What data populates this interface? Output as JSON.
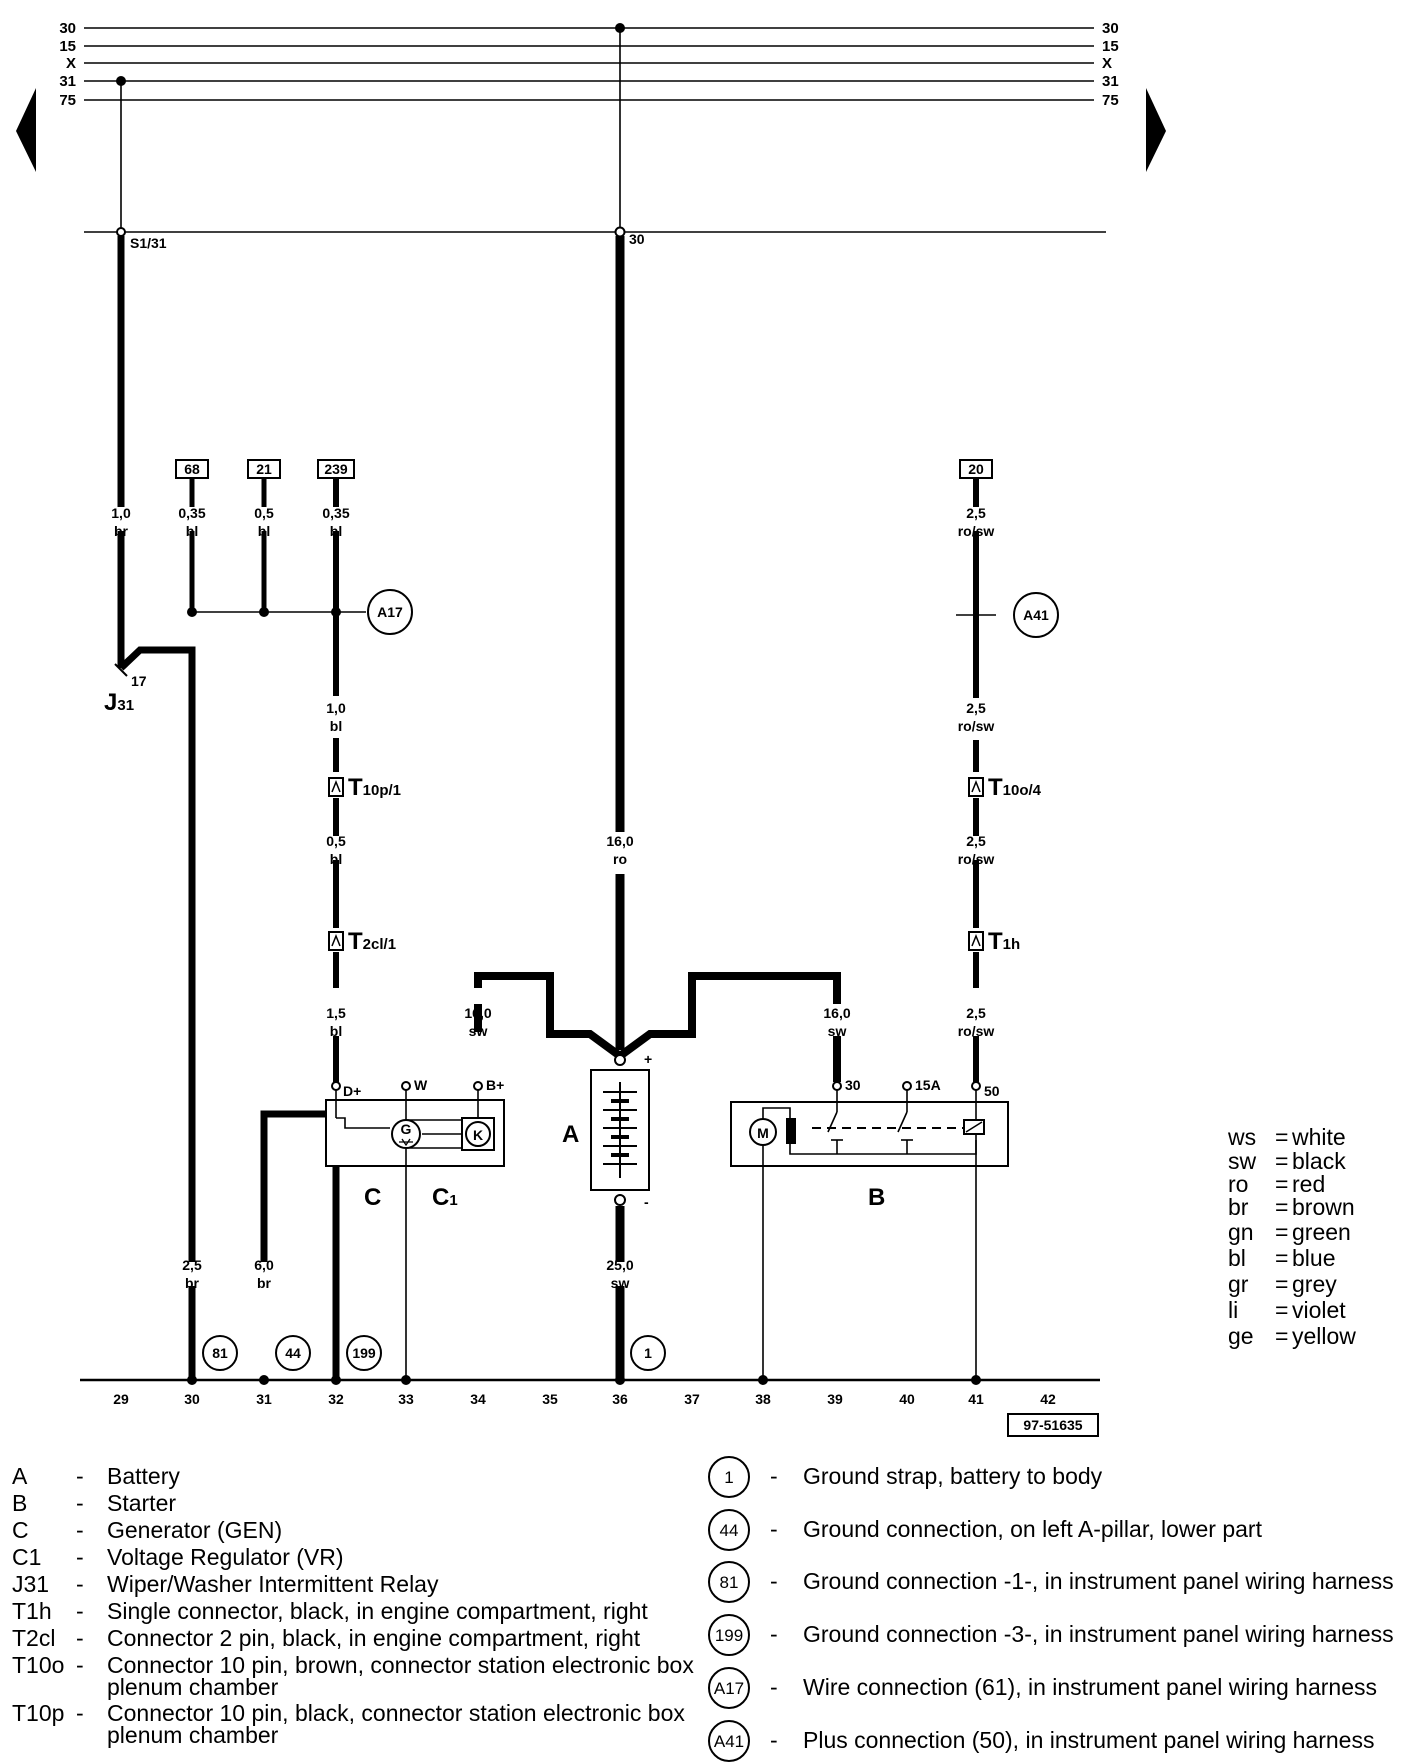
{
  "bus_lines": [
    "30",
    "15",
    "X",
    "31",
    "75"
  ],
  "wires": {
    "s1_31": {
      "label": "S1/31"
    },
    "t30": {
      "label": "30"
    },
    "j31_in": {
      "gauge": "1,0",
      "color": "br"
    },
    "w68": {
      "gauge": "0,35",
      "color": "bl"
    },
    "w21": {
      "gauge": "0,5",
      "color": "bl"
    },
    "w239a": {
      "gauge": "0,35",
      "color": "bl"
    },
    "w239b": {
      "gauge": "1,0",
      "color": "bl"
    },
    "w239c": {
      "gauge": "0,5",
      "color": "bl"
    },
    "w239d": {
      "gauge": "1,5",
      "color": "bl"
    },
    "battery_pos": {
      "gauge": "16,0",
      "color": "ro"
    },
    "gen_bplus": {
      "gauge": "16,0",
      "color": "sw"
    },
    "starter_30": {
      "gauge": "16,0",
      "color": "sw"
    },
    "w20a": {
      "gauge": "2,5",
      "color": "ro/sw"
    },
    "w20b": {
      "gauge": "2,5",
      "color": "ro/sw"
    },
    "w20c": {
      "gauge": "2,5",
      "color": "ro/sw"
    },
    "w20d": {
      "gauge": "2,5",
      "color": "ro/sw"
    },
    "ground30": {
      "gauge": "2,5",
      "color": "br"
    },
    "ground31": {
      "gauge": "6,0",
      "color": "br"
    },
    "battery_neg": {
      "gauge": "25,0",
      "color": "sw"
    }
  },
  "refs": {
    "r68": "68",
    "r21": "21",
    "r239": "239",
    "r20": "20"
  },
  "circles": {
    "a17": "A17",
    "a41": "A41",
    "g81": "81",
    "g44": "44",
    "g199": "199",
    "g1": "1"
  },
  "connectors": {
    "t10p": {
      "main": "T",
      "sub": "10p/1"
    },
    "t2cl": {
      "main": "T",
      "sub": "2cl/1"
    },
    "t10o": {
      "main": "T",
      "sub": "10o/4"
    },
    "t1h": {
      "main": "T",
      "sub": "1h"
    }
  },
  "components": {
    "j31": {
      "main": "J",
      "sub": "31",
      "pin": "17"
    },
    "generator": {
      "label": "C",
      "pins": {
        "d": "D+",
        "w": "W",
        "b": "B+"
      },
      "g_symbol": "G",
      "k_symbol": "K"
    },
    "regulator": {
      "main": "C",
      "sub": "1"
    },
    "battery": {
      "label": "A",
      "plus": "+",
      "minus": "-"
    },
    "starter": {
      "label": "B",
      "pins": {
        "p30": "30",
        "p15a": "15A",
        "p50": "50"
      },
      "m_symbol": "M"
    }
  },
  "positions": [
    "29",
    "30",
    "31",
    "32",
    "33",
    "34",
    "35",
    "36",
    "37",
    "38",
    "39",
    "40",
    "41",
    "42"
  ],
  "diagram_id": "97-51635",
  "color_codes": [
    {
      "code": "ws",
      "name": "white"
    },
    {
      "code": "sw",
      "name": "black"
    },
    {
      "code": "ro",
      "name": "red"
    },
    {
      "code": "br",
      "name": "brown"
    },
    {
      "code": "gn",
      "name": "green"
    },
    {
      "code": "bl",
      "name": "blue"
    },
    {
      "code": "gr",
      "name": "grey"
    },
    {
      "code": "li",
      "name": "violet"
    },
    {
      "code": "ge",
      "name": "yellow"
    }
  ],
  "legend_left": [
    {
      "key": "A",
      "desc": "Battery"
    },
    {
      "key": "B",
      "desc": "Starter"
    },
    {
      "key": "C",
      "desc": "Generator (GEN)"
    },
    {
      "key": "C1",
      "desc": "Voltage Regulator (VR)"
    },
    {
      "key": "J31",
      "desc": "Wiper/Washer Intermittent Relay"
    },
    {
      "key": "T1h",
      "desc": "Single connector, black, in engine compartment, right"
    },
    {
      "key": "T2cl",
      "desc": "Connector 2 pin, black, in engine compartment, right"
    },
    {
      "key": "T10o",
      "desc": "Connector 10 pin, brown, connector station electronic box",
      "desc2": "plenum chamber"
    },
    {
      "key": "T10p",
      "desc": "Connector 10 pin, black, connector station electronic box",
      "desc2": "plenum chamber"
    }
  ],
  "legend_right": [
    {
      "num": "1",
      "desc": "Ground strap, battery to body"
    },
    {
      "num": "44",
      "desc": "Ground connection, on left A-pillar, lower part"
    },
    {
      "num": "81",
      "desc": "Ground connection -1-, in instrument panel wiring harness"
    },
    {
      "num": "199",
      "desc": "Ground connection -3-, in instrument panel wiring harness"
    },
    {
      "num": "A17",
      "desc": "Wire connection (61), in instrument panel wiring harness"
    },
    {
      "num": "A41",
      "desc": "Plus connection (50), in instrument panel wiring harness"
    }
  ],
  "dash": "-",
  "eq": "="
}
